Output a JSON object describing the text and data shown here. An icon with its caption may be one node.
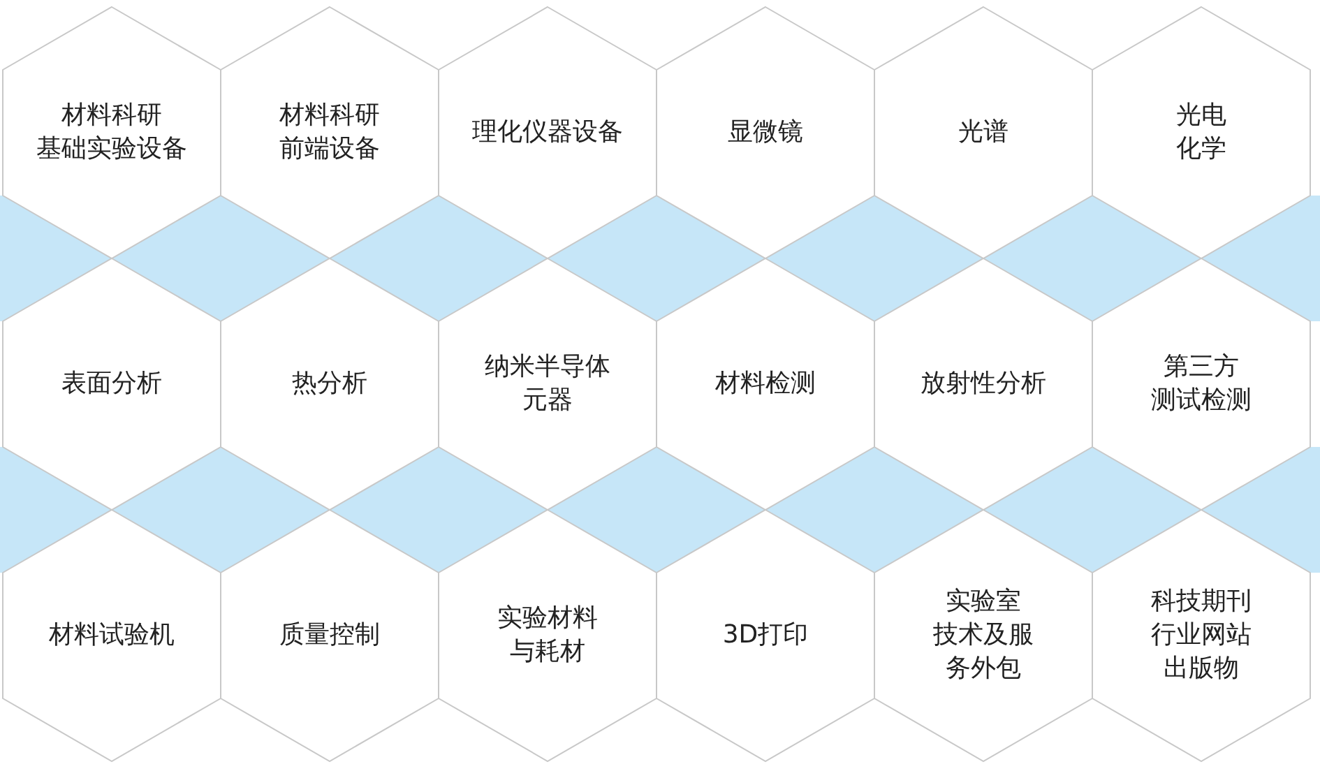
{
  "diagram": {
    "nodes": [
      {
        "text": [
          "材料科研基础实验设备"
        ]
      },
      {
        "text": [
          "材料科研前端设备"
        ]
      },
      {
        "text": [
          "理化仪器设备"
        ]
      },
      {
        "text": [
          "显微镜"
        ]
      },
      {
        "text": [
          "光谱"
        ]
      },
      {
        "text": [
          "光电化学"
        ]
      },
      {
        "text": [
          "表面分析"
        ]
      },
      {
        "text": [
          "热分析"
        ]
      },
      {
        "text": [
          "纳米半导体元器"
        ]
      },
      {
        "text": [
          "材料检测"
        ]
      },
      {
        "text": [
          "放射性分析"
        ]
      },
      {
        "text": [
          "第三方测试检测"
        ]
      },
      {
        "text": [
          "材料试验机"
        ]
      },
      {
        "text": [
          "质量控制"
        ]
      },
      {
        "text": [
          "实验材料与耗材"
        ]
      },
      {
        "text": [
          "3D打印"
        ]
      },
      {
        "text": [
          "实验室技术及服务外包"
        ]
      },
      {
        "text": [
          "科技期刊行业网站出版物"
        ]
      }
    ]
  }
}
